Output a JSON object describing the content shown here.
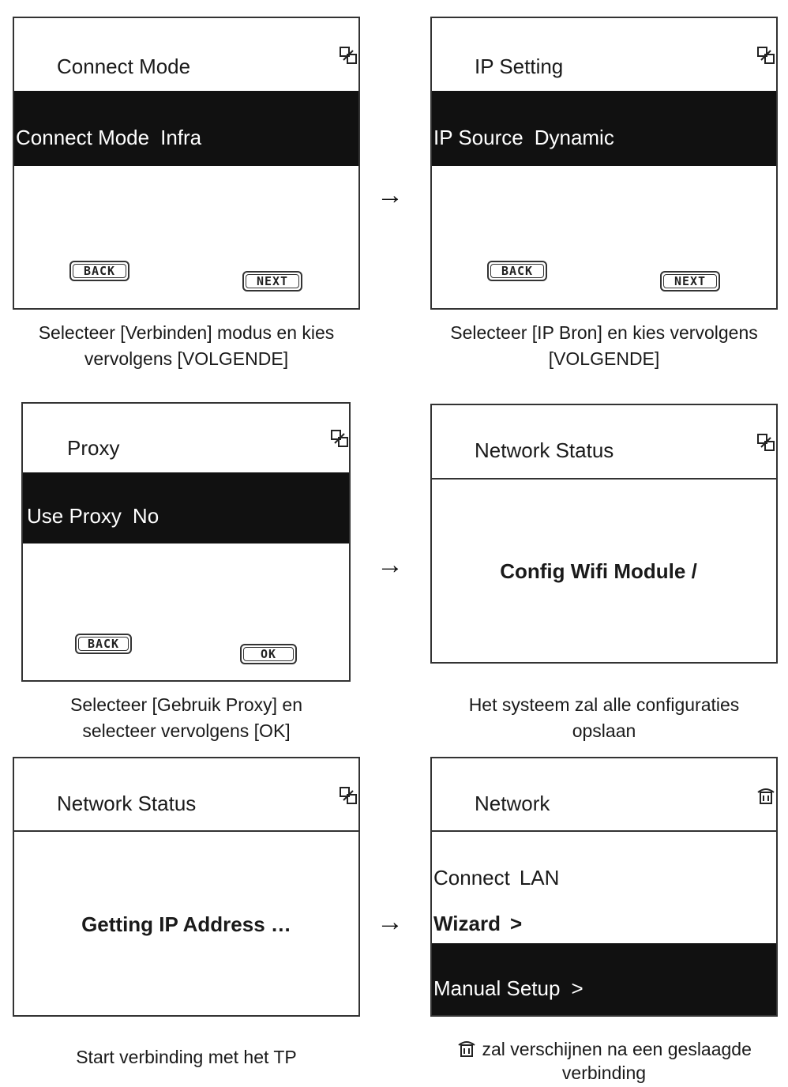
{
  "panels": [
    {
      "title": "Connect Mode",
      "highlight_label": "Connect Mode",
      "highlight_value": "Infra",
      "back_label": "BACK",
      "next_label": "NEXT",
      "caption_line1": "Selecteer [Verbinden] modus en kies",
      "caption_line2": "vervolgens [VOLGENDE]"
    },
    {
      "title": "IP Setting",
      "highlight_label": "IP Source",
      "highlight_value": "Dynamic",
      "back_label": "BACK",
      "next_label": "NEXT",
      "caption_line1": "Selecteer [IP Bron] en kies vervolgens",
      "caption_line2": "[VOLGENDE]"
    },
    {
      "title": "Proxy",
      "highlight_label": "Use Proxy",
      "highlight_value": "No",
      "back_label": "BACK",
      "ok_label": "OK",
      "caption_line1": "Selecteer [Gebruik Proxy] en",
      "caption_line2": "selecteer vervolgens [OK]"
    },
    {
      "title": "Network Status",
      "message": "Config Wifi Module /",
      "caption_line1": "Het systeem zal alle configuraties",
      "caption_line2": "opslaan"
    },
    {
      "title": "Network Status",
      "message": "Getting IP Address …",
      "caption_line1": "Start verbinding met het TP"
    },
    {
      "title": "Network",
      "connect_label": "Connect",
      "connect_value": "LAN",
      "wizard_label": "Wizard",
      "wizard_arrow": ">",
      "manual_label": "Manual Setup",
      "manual_arrow": ">",
      "caption_line1": "zal verschijnen na een geslaagde",
      "caption_line2": "verbinding"
    }
  ],
  "arrow_glyph": "→",
  "icons": {
    "disconnected": "network-disconnected-icon",
    "connected": "network-connected-icon"
  }
}
